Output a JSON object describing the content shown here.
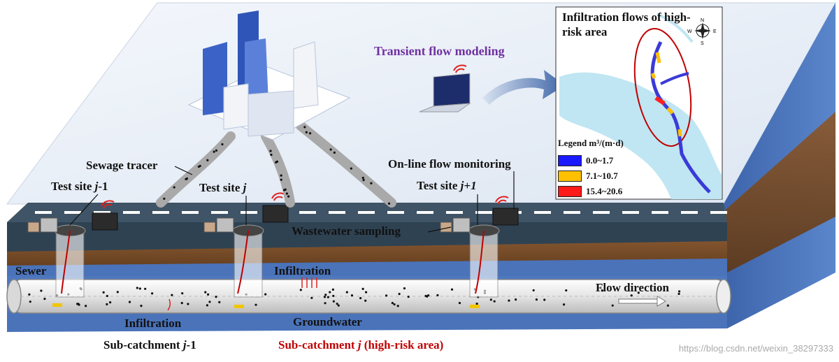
{
  "labels": {
    "transient_flow_modeling": "Transient flow modeling",
    "sewage_tracer": "Sewage tracer",
    "online_flow_monitoring": "On-line flow monitoring",
    "wastewater_sampling": "Wastewater sampling",
    "test_site_j_minus_1_prefix": "Test site ",
    "test_site_j_minus_1_var": "j",
    "test_site_j_minus_1_suffix": "-1",
    "test_site_j_prefix": "Test site ",
    "test_site_j_var": "j",
    "test_site_j_plus_1_prefix": "Test site ",
    "test_site_j_plus_1_var": "j+1",
    "sewer": "Sewer",
    "infiltration_top": "Infiltration",
    "infiltration_bottom": "Infiltration",
    "flow_direction": "Flow direction",
    "groundwater": "Groundwater",
    "subcatchment_j_minus_1_prefix": "Sub-catchment ",
    "subcatchment_j_minus_1_var": "j",
    "subcatchment_j_minus_1_suffix": "-1",
    "subcatchment_j_prefix": "Sub-catchment ",
    "subcatchment_j_var": "j",
    "subcatchment_j_suffix": " (high-risk  area)"
  },
  "map": {
    "title": "Infiltration flows of high-risk area",
    "compass": {
      "n": "N",
      "s": "S",
      "e": "E",
      "w": "W"
    },
    "legend": {
      "title": "Legend m³/(m·d)",
      "items": [
        {
          "label": "0.0~1.7",
          "color": "#1a1aff"
        },
        {
          "label": "7.1~10.7",
          "color": "#ffc000"
        },
        {
          "label": "15.4~20.6",
          "color": "#ff1a1a"
        }
      ]
    }
  },
  "watermark": "https://blog.csdn.net/weixin_38297333",
  "colors": {
    "sky": "#e8eef7",
    "road": "#3f5466",
    "ground_blue": "#4a6fb5",
    "soil": "#7a5230",
    "high_risk_red": "#c00000",
    "modeling_purple": "#7030a0",
    "river": "#bfe6f2"
  }
}
